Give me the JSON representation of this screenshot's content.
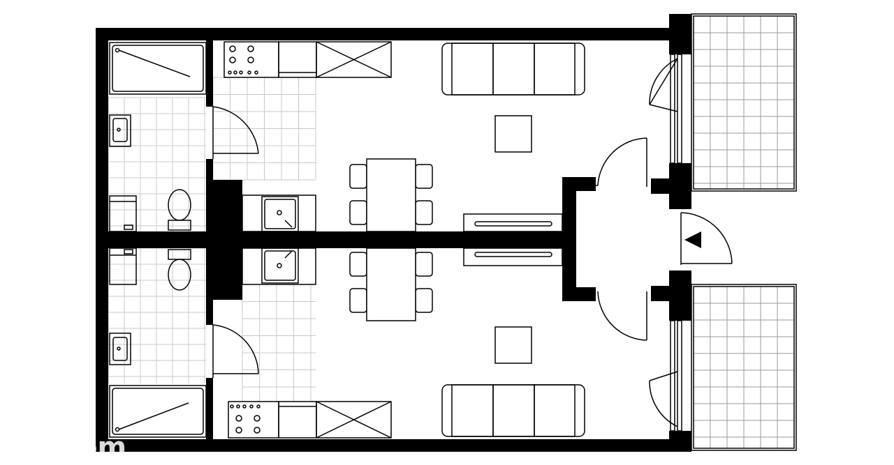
{
  "floor_plan": {
    "units": [
      {
        "id": "upper",
        "rooms": [
          "bathroom",
          "kitchen",
          "living-room",
          "balcony"
        ]
      },
      {
        "id": "lower",
        "rooms": [
          "bathroom",
          "kitchen",
          "living-room",
          "balcony"
        ]
      }
    ],
    "entrance_marker": "triangle-arrow"
  },
  "watermark": {
    "text": "om"
  },
  "colors": {
    "wall": "#000000",
    "background": "#ffffff",
    "tile_grid": "#c8c8c8"
  }
}
